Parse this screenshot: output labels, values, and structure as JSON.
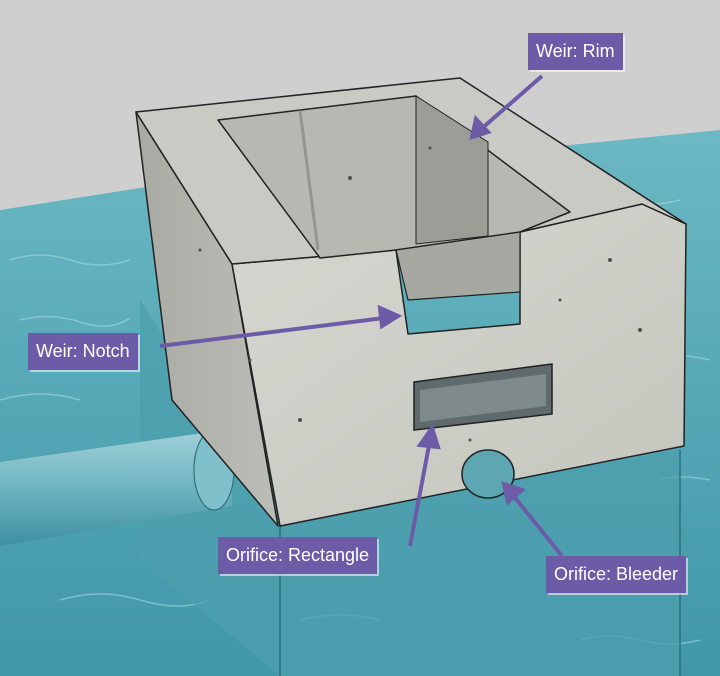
{
  "labels": {
    "weir_rim": "Weir: Rim",
    "weir_notch": "Weir: Notch",
    "orifice_rectangle": "Orifice: Rectangle",
    "orifice_bleeder": "Orifice: Bleeder"
  },
  "colors": {
    "callout": "#6c5ca8",
    "background": "#cfcfcf",
    "water": "#4fa6b6",
    "concrete": "#cfd0c9"
  }
}
